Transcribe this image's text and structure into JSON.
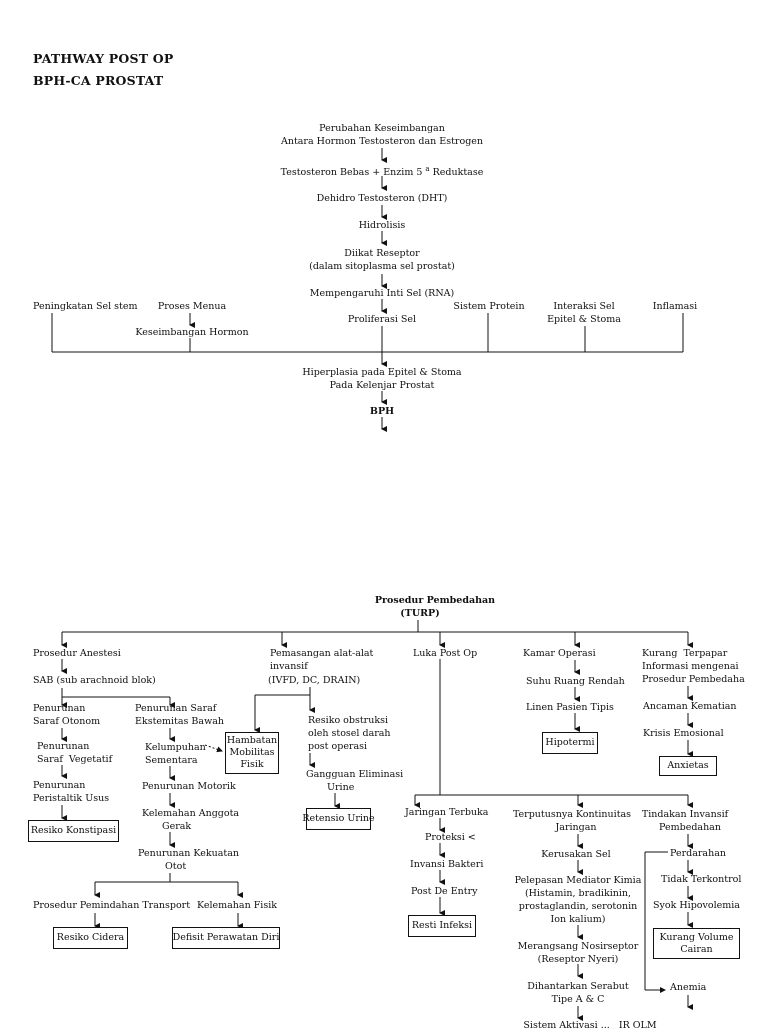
{
  "header": {
    "line1": "PATHWAY POST OP",
    "line2": "BPH-CA PROSTAT"
  },
  "top_chain": {
    "n1a": "Perubahan Keseimbangan",
    "n1b": "Antara Hormon Testosteron dan Estrogen",
    "n2_pre": "Testosteron Bebas + Enzim 5",
    "n2_sup": "a",
    "n2_post": " Reduktase",
    "n3": "Dehidro Testosteron (DHT)",
    "n4": "Hidrolisis",
    "n5a": "Diikat Reseptor",
    "n5b": "(dalam sitoplasma sel prostat)",
    "n6": "Mempengaruhi Inti Sel (RNA)",
    "n7": "Proliferasi Sel"
  },
  "side_factors": {
    "f1": "Peningkatan Sel stem",
    "f2a": "Proses Menua",
    "f2b": "Keseimbangan Hormon",
    "f3": "Sistem Protein",
    "f4a": "Interaksi Sel",
    "f4b": "Epitel & Stoma",
    "f5": "Inflamasi"
  },
  "bph": {
    "h1": "Hiperplasia pada Epitel & Stoma",
    "h2": "Pada Kelenjar Prostat",
    "label": "BPH"
  },
  "procedure": {
    "title1": "Prosedur Pembedahan",
    "title2": "(TURP)"
  },
  "anestesi": {
    "a1": "Prosedur Anestesi",
    "a2": "SAB (sub arachnoid blok)",
    "l1a": "Penurunan",
    "l1b": "Saraf Otonom",
    "l2a": "Penurunan",
    "l2b": "Saraf  Vegetatif",
    "l3a": "Penurunan",
    "l3b": "Peristaltik Usus",
    "l4": "Resiko Konstipasi",
    "r1a": "Penurunan Saraf",
    "r1b": "Ekstemitas Bawah",
    "r2a": "Kelumpuhan",
    "r2b": "Sementara",
    "r3": "Penurunan Motorik",
    "r4a": "Kelemahan Anggota",
    "r4b": "Gerak",
    "r5a": "Penurunan Kekuatan",
    "r5b": "Otot",
    "p1": "Prosedur Pemindahan Transport",
    "p2": "Resiko Cidera",
    "k1": "Kelemahan Fisik",
    "k2": "Defisit Perawatan Diri"
  },
  "alat": {
    "a1a": "Pemasangan alat-alat",
    "a1b": "invansif",
    "a2": "(IVFD, DC, DRAIN)",
    "h1": "Hambatan",
    "h2": "Mobilitas",
    "h3": "Fisik",
    "o1": "Resiko obstruksi",
    "o2": "oleh stosel darah",
    "o3": "post operasi",
    "g1": "Gangguan Eliminasi",
    "g2": "Urine",
    "ret": "Retensio Urine"
  },
  "luka": {
    "l1": "Luka Post Op",
    "j1": "Jaringan Terbuka",
    "j2": "Proteksi <",
    "j3": "Invansi Bakteri",
    "j4": "Post De Entry",
    "j5": "Resti Infeksi",
    "t1a": "Terputusnya Kontinuitas",
    "t1b": "Jaringan",
    "t2": "Kerusakan Sel",
    "t3a": "Pelepasan Mediator Kimia",
    "t3b": "(Histamin, bradikinin,",
    "t3c": "prostaglandin, serotonin",
    "t3d": "Ion kalium)",
    "t4a": "Merangsang Nosirseptor",
    "t4b": "(Reseptor Nyeri)",
    "t5a": "Dihantarkan Serabut",
    "t5b": "Tipe A & C",
    "t6": "Sistem Aktivasi ...   IR OLM"
  },
  "kamar": {
    "k1": "Kamar Operasi",
    "k2": "Suhu Ruang Rendah",
    "k3": "Linen Pasien Tipis",
    "k4": "Hipotermi"
  },
  "kurang": {
    "k1a": "Kurang  Terpapar",
    "k1b": "Informasi mengenai",
    "k1c": "Prosedur Pembedaha",
    "k2": "Ancaman Kematian",
    "k3": "Krisis Emosional",
    "k4": "Anxietas"
  },
  "tindakan": {
    "t1a": "Tindakan Invansif",
    "t1b": "Pembedahan",
    "t2": "Perdarahan",
    "t3": "Tidak Terkontrol",
    "t4": "Syok Hipovolemia",
    "t5a": "Kurang Volume",
    "t5b": "Cairan",
    "t6": "Anemia"
  }
}
